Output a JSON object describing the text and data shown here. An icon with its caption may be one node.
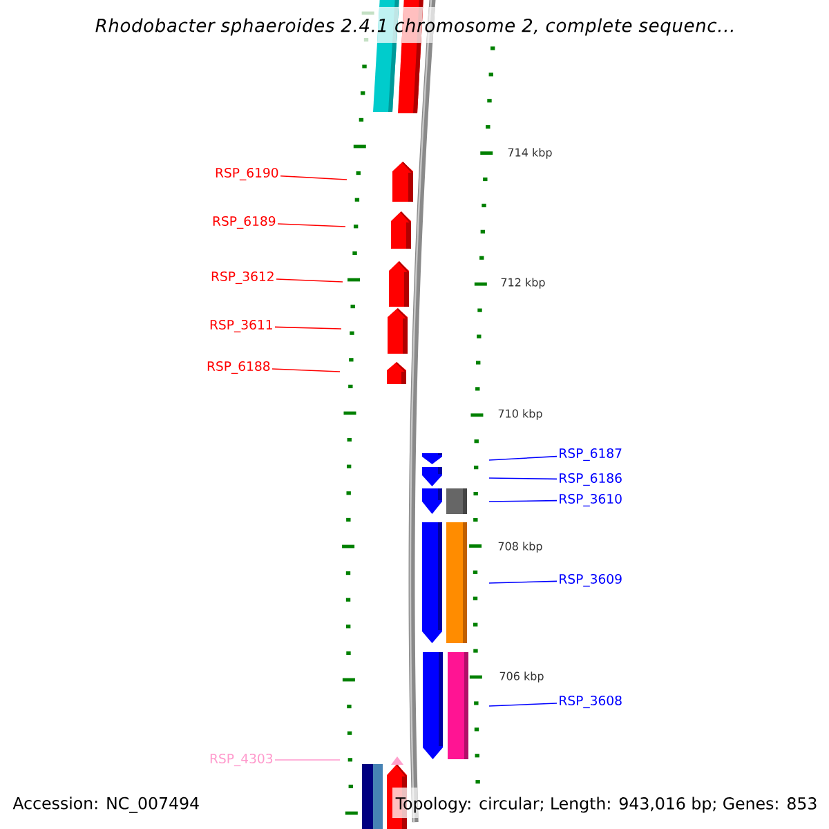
{
  "diagram": {
    "title": "Rhodobacter sphaeroides 2.4.1 chromosome 2, complete sequenc...",
    "nodes": [
      {
        "text": [
          "RSP_6190"
        ]
      },
      {
        "text": [
          "RSP_6189"
        ]
      },
      {
        "text": [
          "RSP_3612"
        ]
      },
      {
        "text": [
          "RSP_3611"
        ]
      },
      {
        "text": [
          "RSP_6188"
        ]
      },
      {
        "text": [
          "RSP_6187"
        ]
      },
      {
        "text": [
          "RSP_6186"
        ]
      },
      {
        "text": [
          "RSP_3610"
        ]
      },
      {
        "text": [
          "RSP_3609"
        ]
      },
      {
        "text": [
          "RSP_3608"
        ]
      },
      {
        "text": [
          "RSP_4303"
        ]
      }
    ],
    "edges": [
      {
        "from": 0,
        "to": null,
        "arrow": "none"
      },
      {
        "from": 1,
        "to": null,
        "arrow": "none"
      },
      {
        "from": 2,
        "to": null,
        "arrow": "none"
      },
      {
        "from": 3,
        "to": null,
        "arrow": "none"
      },
      {
        "from": 4,
        "to": null,
        "arrow": "none"
      },
      {
        "from": 5,
        "to": null,
        "arrow": "none",
        "color": "#0000ff"
      },
      {
        "from": 6,
        "to": null,
        "arrow": "none",
        "color": "#0000ff"
      },
      {
        "from": 7,
        "to": null,
        "arrow": "none",
        "color": "#0000ff"
      },
      {
        "from": 8,
        "to": null,
        "arrow": "none",
        "color": "#0000ff"
      },
      {
        "from": 9,
        "to": null,
        "arrow": "none",
        "color": "#0000ff"
      },
      {
        "from": 10,
        "to": null,
        "arrow": "none",
        "color": "#ff99cc"
      }
    ],
    "labels": [
      "714 kbp",
      "712 kbp",
      "710 kbp",
      "708 kbp",
      "706 kbp",
      "Accession: NC_007494",
      "Topology: circular; Length: 943,016 bp; Genes: 853"
    ]
  }
}
